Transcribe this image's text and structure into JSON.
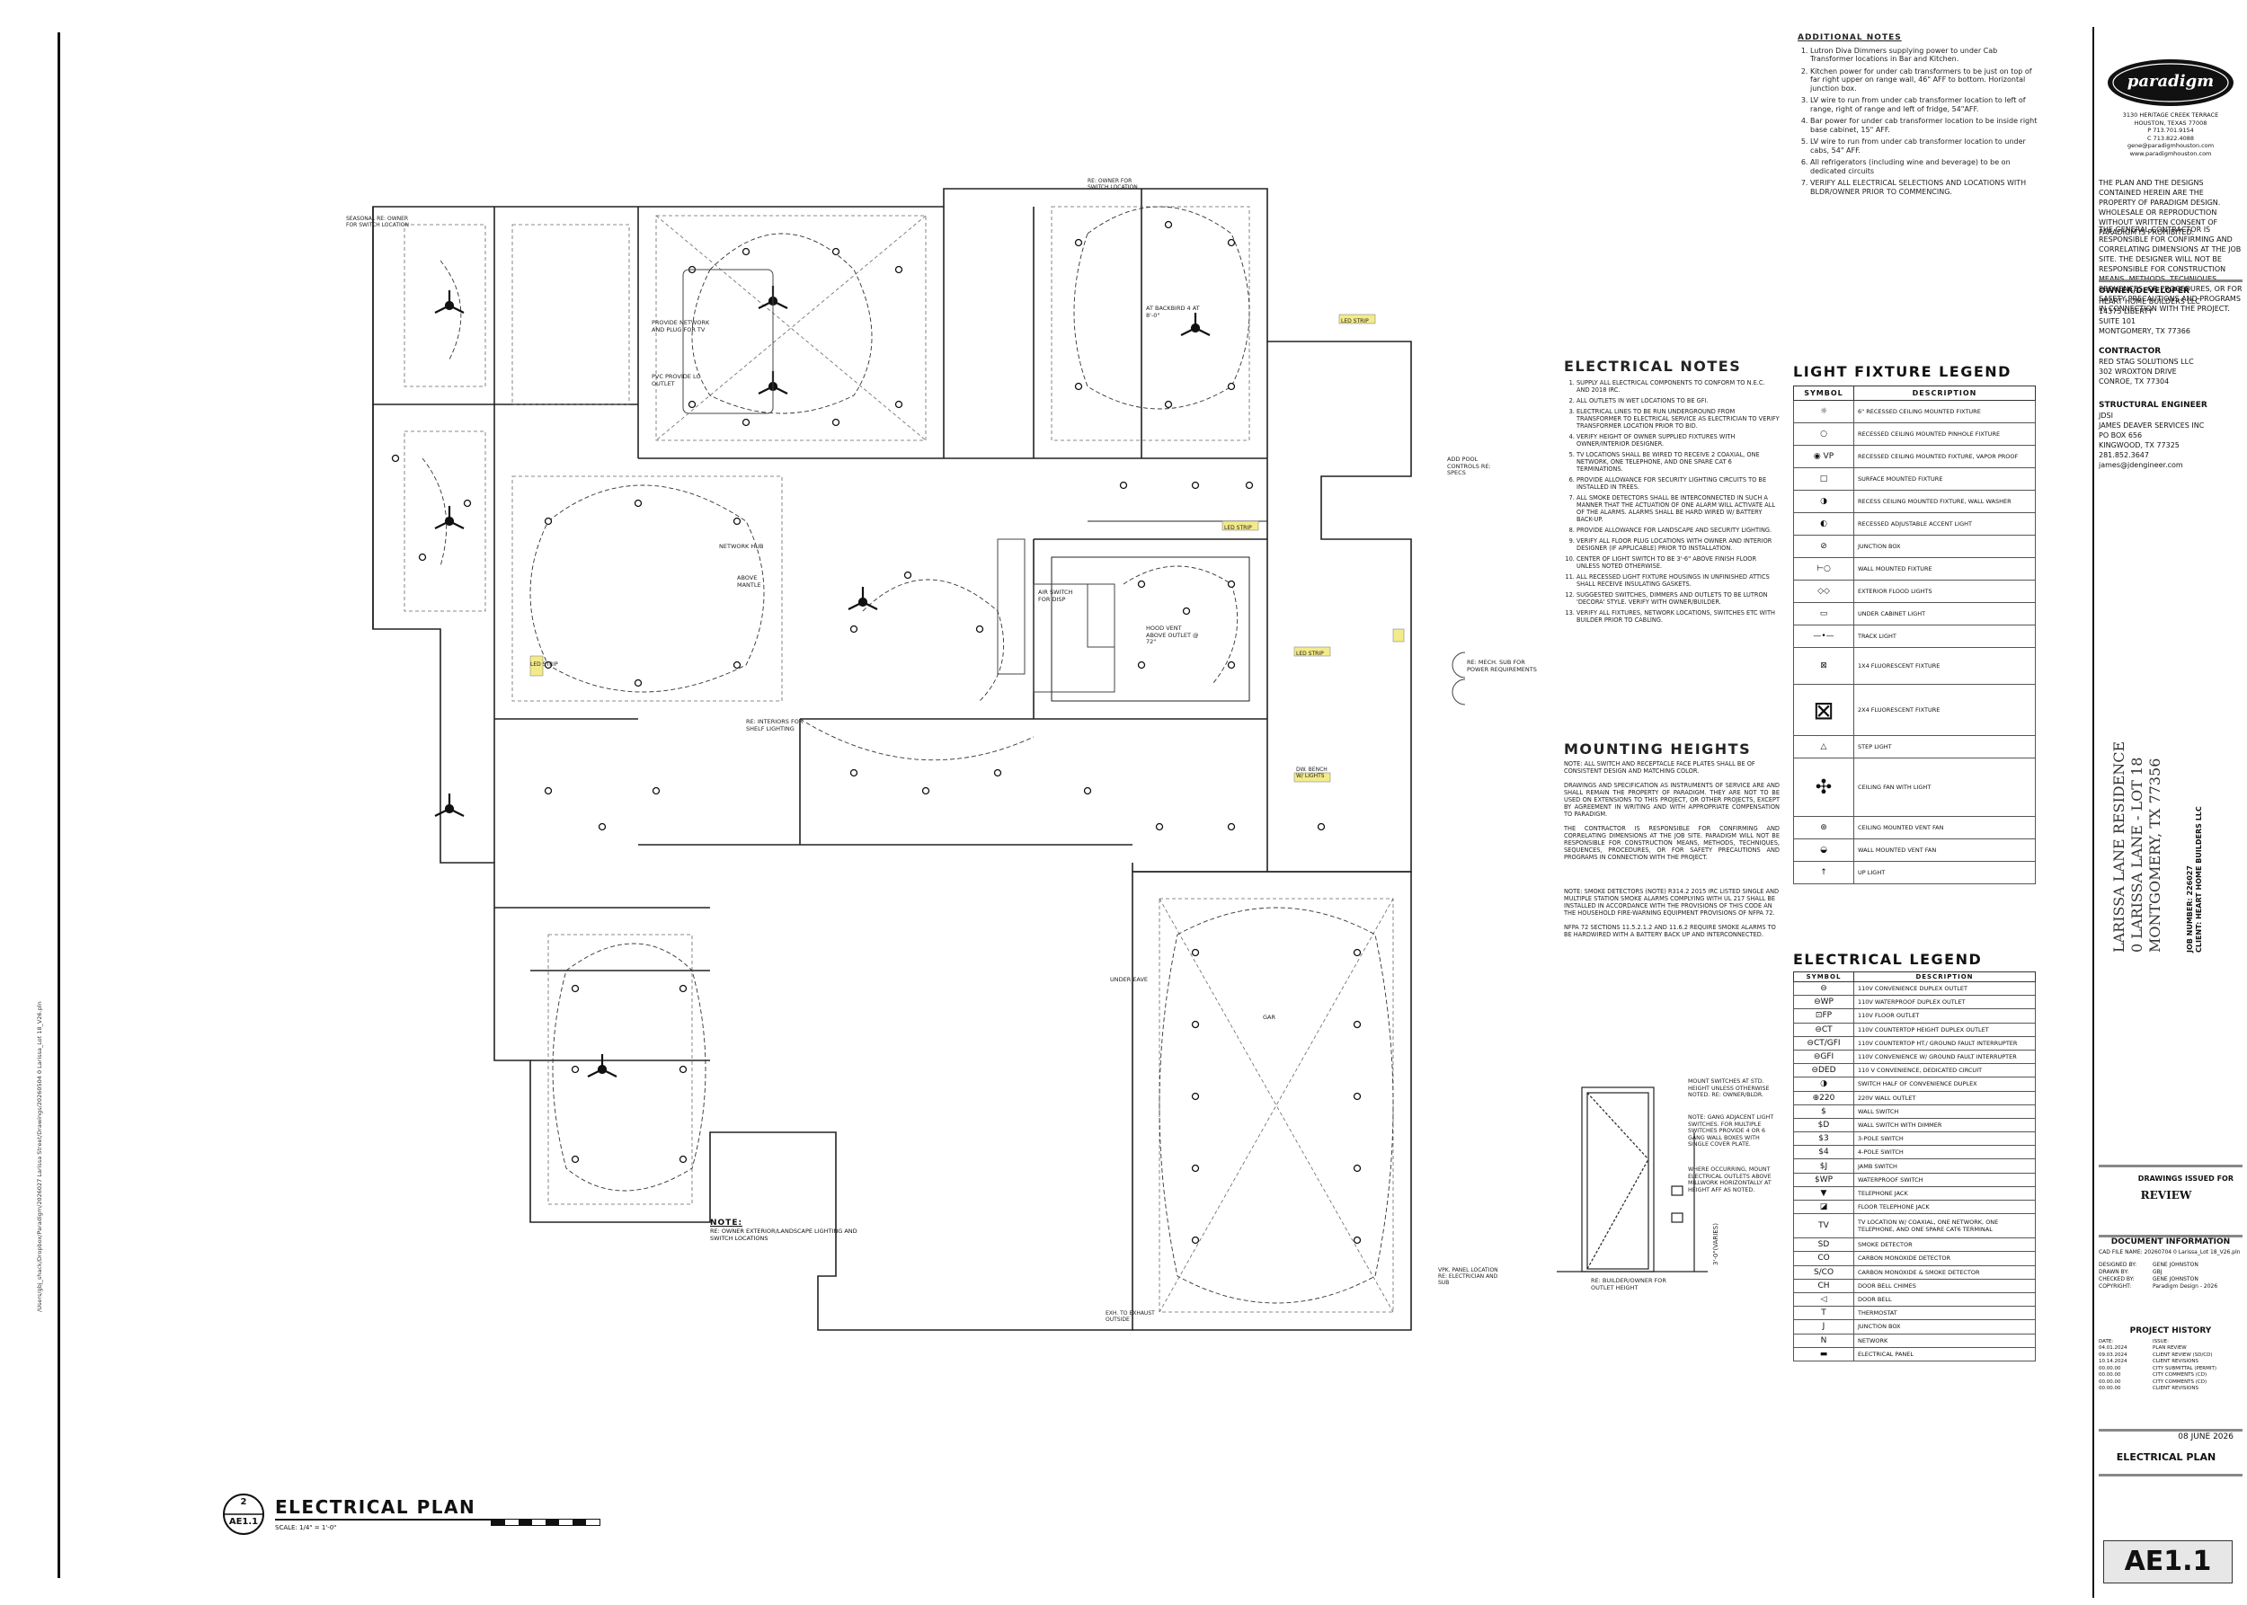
{
  "additional_notes": {
    "title": "ADDITIONAL NOTES",
    "items": [
      "Lutron Diva Dimmers supplying power to under Cab Transformer locations in Bar and Kitchen.",
      "Kitchen power for under cab transformers to be just on top of far right upper on range wall, 46\" AFF to bottom. Horizontal junction box.",
      "LV wire to run from under cab transformer location to left of range, right of range and left of fridge, 54\"AFF.",
      "Bar power for under cab transformer location to be inside right base cabinet, 15\" AFF.",
      "LV wire to run from under cab transformer location to under cabs, 54\" AFF.",
      "All refrigerators (including wine and beverage) to be on dedicated circuits",
      "VERIFY ALL ELECTRICAL SELECTIONS AND LOCATIONS WITH BLDR/OWNER PRIOR TO COMMENCING."
    ]
  },
  "electrical_notes": {
    "title": "ELECTRICAL NOTES",
    "items": [
      "SUPPLY ALL ELECTRICAL COMPONENTS TO CONFORM TO N.E.C. AND 2018 IRC.",
      "ALL OUTLETS IN WET LOCATIONS TO BE GFI.",
      "ELECTRICAL LINES TO BE RUN UNDERGROUND FROM TRANSFORMER TO ELECTRICAL SERVICE AS ELECTRICIAN TO VERIFY TRANSFORMER LOCATION PRIOR TO BID.",
      "VERIFY HEIGHT OF OWNER SUPPLIED FIXTURES WITH OWNER/INTERIOR DESIGNER.",
      "TV LOCATIONS SHALL BE WIRED TO RECEIVE 2 COAXIAL, ONE NETWORK, ONE TELEPHONE, AND ONE SPARE CAT 6 TERMINATIONS.",
      "PROVIDE ALLOWANCE FOR SECURITY LIGHTING CIRCUITS TO BE INSTALLED IN TREES.",
      "ALL SMOKE DETECTORS SHALL BE INTERCONNECTED IN SUCH A MANNER THAT THE ACTUATION OF ONE ALARM WILL ACTIVATE ALL OF THE ALARMS. ALARMS SHALL BE HARD WIRED W/ BATTERY BACK-UP.",
      "PROVIDE ALLOWANCE FOR LANDSCAPE AND SECURITY LIGHTING.",
      "VERIFY ALL FLOOR PLUG LOCATIONS WITH OWNER AND INTERIOR DESIGNER (IF APPLICABLE) PRIOR TO INSTALLATION.",
      "CENTER OF LIGHT SWITCH TO BE 3'-6\" ABOVE FINISH FLOOR UNLESS NOTED OTHERWISE.",
      "ALL RECESSED LIGHT FIXTURE HOUSINGS IN UNFINISHED ATTICS SHALL RECEIVE INSULATING GASKETS.",
      "SUGGESTED SWITCHES, DIMMERS AND OUTLETS TO BE LUTRON 'DECORA' STYLE. VERIFY WITH OWNER/BUILDER.",
      "VERIFY ALL FIXTURES, NETWORK LOCATIONS, SWITCHES ETC WITH BUILDER PRIOR TO CABLING."
    ]
  },
  "mounting_heights": {
    "title": "MOUNTING HEIGHTS",
    "p1": "NOTE: ALL SWITCH AND RECEPTACLE FACE PLATES SHALL BE OF CONSISTENT DESIGN AND MATCHING COLOR.",
    "p2": "DRAWINGS AND SPECIFICATION AS INSTRUMENTS OF SERVICE ARE AND SHALL REMAIN THE PROPERTY OF PARADIGM. THEY ARE NOT TO BE USED ON EXTENSIONS TO THIS PROJECT, OR OTHER PROJECTS, EXCEPT BY AGREEMENT IN WRITING AND WITH APPROPRIATE COMPENSATION TO PARADIGM.",
    "p3": "THE CONTRACTOR IS RESPONSIBLE FOR CONFIRMING AND CORRELATING DIMENSIONS AT THE JOB SITE. PARADIGM WILL NOT BE RESPONSIBLE FOR CONSTRUCTION MEANS, METHODS, TECHNIQUES, SEQUENCES, PROCEDURES, OR FOR SAFETY PRECAUTIONS AND PROGRAMS IN CONNECTION WITH THE PROJECT.",
    "p4": "NOTE: SMOKE DETECTORS (NOTE) R314.2 2015 IRC LISTED SINGLE AND MULTIPLE STATION SMOKE ALARMS COMPLYING WITH UL 217 SHALL BE INSTALLED IN ACCORDANCE WITH THE PROVISIONS OF THIS CODE AN THE HOUSEHOLD FIRE-WARNING EQUIPMENT PROVISIONS OF NFPA 72.",
    "p5": "NFPA 72 SECTIONS 11.5.2.1.2 AND 11.6.2 REQUIRE SMOKE ALARMS TO BE HARDWIRED WITH A BATTERY BACK UP AND INTERCONNECTED."
  },
  "detail": {
    "mount_note": "MOUNT SWITCHES AT STD. HEIGHT UNLESS OTHERWISE NOTED. RE: OWNER/BLDR.",
    "gang_note": "NOTE: GANG ADJACENT LIGHT SWITCHES. FOR MULTIPLE SWITCHES PROVIDE 4 OR 6 GANG WALL BOXES WITH SINGLE COVER PLATE.",
    "where_note": "WHERE OCCURRING, MOUNT ELECTRICAL OUTLETS ABOVE MILLWORK HORIZONTALLY AT HEIGHT AFF AS NOTED.",
    "dim": "3'-0\"(VARIES)",
    "bottom": "RE: BUILDER/OWNER FOR OUTLET HEIGHT"
  },
  "light_legend": {
    "title": "LIGHT FIXTURE LEGEND",
    "col_symbol": "SYMBOL",
    "col_desc": "DESCRIPTION",
    "rows": [
      {
        "sym": "☼",
        "desc": "6\" RECESSED CEILING MOUNTED FIXTURE"
      },
      {
        "sym": "○",
        "desc": "RECESSED CEILING MOUNTED PINHOLE FIXTURE"
      },
      {
        "sym": "◉ VP",
        "desc": "RECESSED CEILING MOUNTED FIXTURE, VAPOR PROOF"
      },
      {
        "sym": "□",
        "desc": "SURFACE MOUNTED FIXTURE"
      },
      {
        "sym": "◑",
        "desc": "RECESS CEILING MOUNTED FIXTURE, WALL WASHER"
      },
      {
        "sym": "◐",
        "desc": "RECESSED ADJUSTABLE ACCENT LIGHT"
      },
      {
        "sym": "⊘",
        "desc": "JUNCTION BOX"
      },
      {
        "sym": "⊢○",
        "desc": "WALL MOUNTED FIXTURE"
      },
      {
        "sym": "◇◇",
        "desc": "EXTERIOR FLOOD LIGHTS"
      },
      {
        "sym": "▭",
        "desc": "UNDER CABINET LIGHT"
      },
      {
        "sym": "—•—",
        "desc": "TRACK LIGHT"
      },
      {
        "sym": "⊠",
        "desc": "1X4 FLUORESCENT FIXTURE"
      },
      {
        "sym": "⊠",
        "desc": "2X4 FLUORESCENT FIXTURE"
      },
      {
        "sym": "△",
        "desc": "STEP LIGHT"
      },
      {
        "sym": "✣",
        "desc": "CEILING FAN WITH LIGHT"
      },
      {
        "sym": "⊛",
        "desc": "CEILING MOUNTED VENT FAN"
      },
      {
        "sym": "◒",
        "desc": "WALL MOUNTED VENT FAN"
      },
      {
        "sym": "↑",
        "desc": "UP LIGHT"
      }
    ]
  },
  "electrical_legend": {
    "title": "ELECTRICAL LEGEND",
    "col_symbol": "SYMBOL",
    "col_desc": "DESCRIPTION",
    "rows": [
      {
        "sym": "⊖",
        "desc": "110V CONVENIENCE DUPLEX OUTLET"
      },
      {
        "sym": "⊖WP",
        "desc": "110V WATERPROOF DUPLEX OUTLET"
      },
      {
        "sym": "⊡FP",
        "desc": "110V FLOOR OUTLET"
      },
      {
        "sym": "⊖CT",
        "desc": "110V COUNTERTOP HEIGHT DUPLEX OUTLET"
      },
      {
        "sym": "⊖CT/GFI",
        "desc": "110V COUNTERTOP HT./ GROUND FAULT INTERRUPTER"
      },
      {
        "sym": "⊖GFI",
        "desc": "110V CONVENIENCE W/ GROUND FAULT INTERRUPTER"
      },
      {
        "sym": "⊖DED",
        "desc": "110 V CONVENIENCE, DEDICATED CIRCUIT"
      },
      {
        "sym": "◑",
        "desc": "SWITCH HALF OF CONVENIENCE DUPLEX"
      },
      {
        "sym": "⊕220",
        "desc": "220V WALL OUTLET"
      },
      {
        "sym": "$",
        "desc": "WALL SWITCH"
      },
      {
        "sym": "$D",
        "desc": "WALL SWITCH WITH DIMMER"
      },
      {
        "sym": "$3",
        "desc": "3-POLE SWITCH"
      },
      {
        "sym": "$4",
        "desc": "4-POLE SWITCH"
      },
      {
        "sym": "$J",
        "desc": "JAMB SWITCH"
      },
      {
        "sym": "$WP",
        "desc": "WATERPROOF SWITCH"
      },
      {
        "sym": "▼",
        "desc": "TELEPHONE JACK"
      },
      {
        "sym": "◪",
        "desc": "FLOOR TELEPHONE JACK"
      },
      {
        "sym": "TV",
        "desc": "TV LOCATION W/ COAXIAL, ONE NETWORK, ONE TELEPHONE, AND ONE SPARE CAT6 TERMINAL"
      },
      {
        "sym": "SD",
        "desc": "SMOKE DETECTOR"
      },
      {
        "sym": "CO",
        "desc": "CARBON MONOXIDE DETECTOR"
      },
      {
        "sym": "S/CO",
        "desc": "CARBON MONOXIDE & SMOKE DETECTOR"
      },
      {
        "sym": "CH",
        "desc": "DOOR BELL CHIMES"
      },
      {
        "sym": "◁",
        "desc": "DOOR BELL"
      },
      {
        "sym": "T",
        "desc": "THERMOSTAT"
      },
      {
        "sym": "J",
        "desc": "JUNCTION BOX"
      },
      {
        "sym": "N",
        "desc": "NETWORK"
      },
      {
        "sym": "▬",
        "desc": "ELECTRICAL PANEL"
      }
    ]
  },
  "plan": {
    "title": "ELECTRICAL PLAN",
    "scale": "SCALE: 1/4\" = 1'-0\"",
    "tag_num": "2",
    "tag_sheet": "AE1.1",
    "note_title": "NOTE:",
    "note_text": "RE: OWNER EXTERIOR/LANDSCAPE LIGHTING AND SWITCH LOCATIONS",
    "labels": {
      "network_provide": "PROVIDE NETWORK AND PLUG FOR TV",
      "pvc_provide": "PVC PROVIDE LC OUTLET",
      "network_hub": "NETWORK HUB",
      "above_mantle": "ABOVE MANTLE",
      "air_switch": "AIR SWITCH FOR DISP",
      "hood_vent": "HOOD VENT ABOVE OUTLET @ 72\"",
      "shelf_lighting": "RE: INTERIORS FOR SHELF LIGHTING",
      "hvac_sub": "RE: MECH. SUB FOR POWER REQUIREMENTS",
      "pool_controls": "ADD POOL CONTROLS RE: SPECS",
      "at_backbird": "AT BACKBIRD 4 AT 8'-0\"",
      "under_eave": "UNDER EAVE",
      "gar": "GAR",
      "vpk_panel": "VPK. PANEL LOCATION RE: ELECTRICIAN AND SUB",
      "exh_to": "EXH. TO EXHAUST OUTSIDE",
      "seasonal_1": "SEASONAL RE: OWNER FOR SWITCH LOCATION",
      "owner_switch": "RE: OWNER FOR SWITCH LOCATION",
      "led_strip": "LED STRIP",
      "led_strip_2": "LED STRIP",
      "led_strip_3": "LED STRIP",
      "led_strip_4": "LED STRIP",
      "dw_bench": "DW. BENCH W/ LIGHTS"
    }
  },
  "title_block": {
    "logo_text": "paradigm",
    "address1": "3130 HERITAGE CREEK TERRACE",
    "address2": "HOUSTON, TEXAS 77008",
    "phone1": "P 713.701.9154",
    "phone2": "C 713.822.4088",
    "email": "gene@paradigmhouston.com",
    "web": "www.paradigmhouston.com",
    "disclaimer1": "THE PLAN AND THE DESIGNS CONTAINED HEREIN ARE THE PROPERTY OF PARADIGM DESIGN. WHOLESALE OR REPRODUCTION WITHOUT WRITTEN CONSENT OF PARADIGM IS PROHIBITED.",
    "disclaimer2": "THE GENERAL CONTRACTOR IS RESPONSIBLE FOR CONFIRMING AND CORRELATING DIMENSIONS AT THE JOB SITE. THE DESIGNER WILL NOT BE RESPONSIBLE FOR CONSTRUCTION MEANS, METHODS, TECHNIQUES, SEQUENCES, OR PROCEDURES, OR FOR SAFETY PRECAUTIONS AND PROGRAMS IN CONNECTION WITH THE PROJECT.",
    "owner_head": "OWNER/DEVELOPER",
    "owner_lines": [
      "HEART HOME BUILDERS LLC",
      "14375 LIBERTY",
      "SUITE 101",
      "MONTGOMERY, TX 77366"
    ],
    "contractor_head": "CONTRACTOR",
    "contractor_lines": [
      "RED STAG SOLUTIONS LLC",
      "302 WROXTON DRIVE",
      "CONROE, TX 77304"
    ],
    "engineer_head": "STRUCTURAL ENGINEER",
    "engineer_lines": [
      "JDSI",
      "JAMES DEAVER SERVICES INC",
      "PO BOX 656",
      "KINGWOOD, TX 77325",
      "281.852.3647",
      "james@jdengineer.com"
    ],
    "project_name": "LARISSA LANE RESIDENCE",
    "project_addr": "0 LARISSA LANE - LOT 18",
    "project_city": "MONTGOMERY, TX 77356",
    "job_number": "JOB NUMBER: 226027",
    "client": "CLIENT: HEART HOME BUILDERS LLC",
    "issued_for": "DRAWINGS ISSUED FOR",
    "review": "REVIEW",
    "doc_info": "DOCUMENT INFORMATION",
    "cad_file": "CAD FILE NAME: 20260704 0 Larissa_Lot 18_V26.pln",
    "designed_by": "DESIGNED BY:",
    "designed_by_v": "GENE JOHNSTON",
    "drawn_by": "DRAWN BY:",
    "drawn_by_v": "GBJ",
    "checked_by": "CHECKED BY:",
    "checked_by_v": "GENE JOHNSTON",
    "copyright": "COPYRIGHT:",
    "copyright_v": "Paradigm Design - 2026",
    "history_head": "PROJECT HISTORY",
    "history": [
      {
        "date": "DATE:",
        "issue": "ISSUE:"
      },
      {
        "date": "04.01.2024",
        "issue": "PLAN REVIEW"
      },
      {
        "date": "09.03.2024",
        "issue": "CLIENT REVIEW (SD/CD)"
      },
      {
        "date": "10.14.2024",
        "issue": "CLIENT REVISIONS"
      },
      {
        "date": "00.00.00",
        "issue": "CITY SUBMITTAL (PERMIT)"
      },
      {
        "date": "00.00.00",
        "issue": "CITY COMMENTS (CD)"
      },
      {
        "date": "00.00.00",
        "issue": "CITY COMMENTS (CD)"
      },
      {
        "date": "00.00.00",
        "issue": "CLIENT REVISIONS"
      }
    ],
    "date": "08 JUNE 2026",
    "sheet_title": "ELECTRICAL PLAN",
    "sheet_no": "AE1.1"
  },
  "file_path": "/Users/gbj_shack/Dropbox/Paradigm/2026027 Larissa Street/Drawings/20260504 0 Larissa_Lot 18_V26.pln"
}
